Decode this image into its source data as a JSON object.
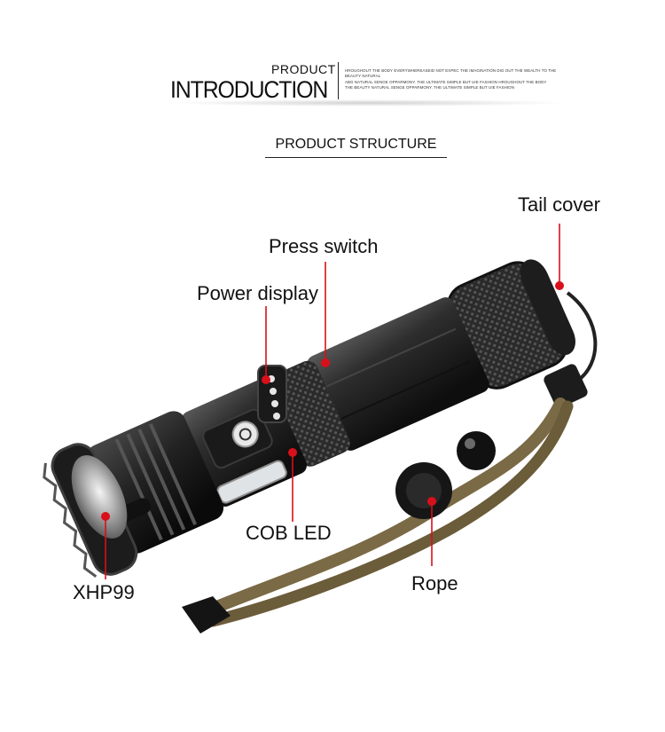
{
  "header": {
    "product_label": "PRODUCT",
    "introduction_label": "INTRODUCTION",
    "description_lines": [
      "HROUGHOUT THE BODY EVERYWHEREASEID NOT EXPEC THE IMAGINATION DIG OUT THE WEALTH TO THE BEAUTY NATURAL",
      "ABG NATURAL SENGE OPPARMONY. THE ULTIMATE SIMPLE BUT UIE FASHION HROUGHOUT THE BODY",
      "THE BEAUTY NATURAL SENGE OPPARMONY. THE ULTIMATE SIMPLE BUT UIE FASHION"
    ]
  },
  "section_title": "PRODUCT STRUCTURE",
  "callouts": {
    "tail_cover": "Tail cover",
    "press_switch": "Press switch",
    "power_display": "Power display",
    "cob_led": "COB LED",
    "xhp99": "XHP99",
    "rope": "Rope"
  },
  "colors": {
    "marker": "#d9101a",
    "body": "#2b2b2b",
    "rope": "#7a6a45"
  }
}
